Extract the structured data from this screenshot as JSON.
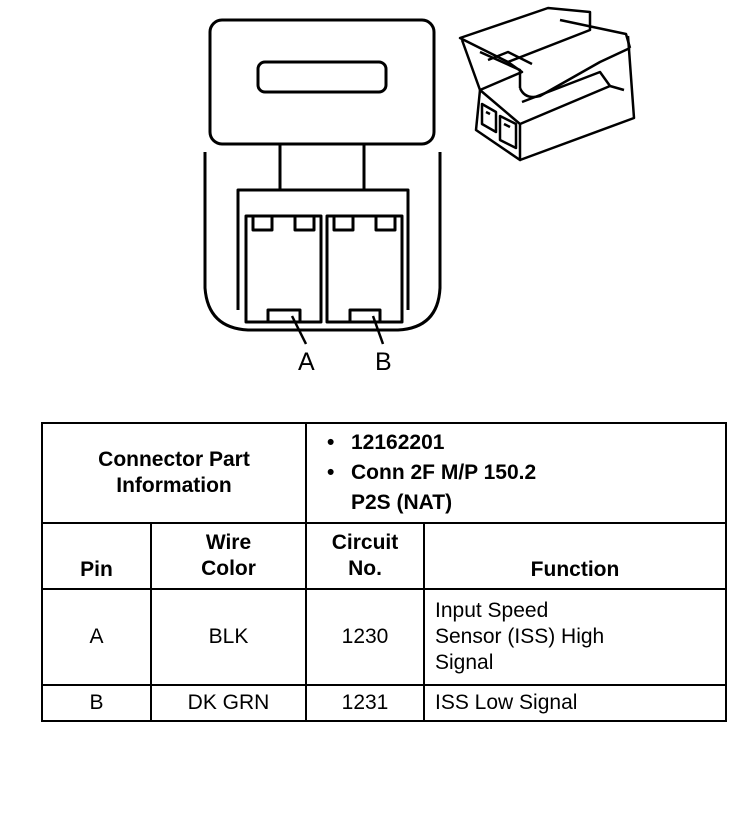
{
  "diagram": {
    "pin_labels": [
      "A",
      "B"
    ]
  },
  "table": {
    "connector_info_label": [
      "Connector Part",
      "Information"
    ],
    "part_info_items": [
      {
        "bullet": "•",
        "lines": [
          "12162201"
        ]
      },
      {
        "bullet": "•",
        "lines": [
          "Conn 2F M/P 150.2",
          "P2S (NAT)"
        ]
      }
    ],
    "headers": {
      "pin": "Pin",
      "wire_color": [
        "Wire",
        "Color"
      ],
      "circuit_no": [
        "Circuit",
        "No."
      ],
      "function": "Function"
    },
    "rows": [
      {
        "pin": "A",
        "wire_color": "BLK",
        "circuit": "1230",
        "function": [
          "Input Speed",
          "Sensor (ISS) High",
          "Signal"
        ]
      },
      {
        "pin": "B",
        "wire_color": "DK GRN",
        "circuit": "1231",
        "function": [
          "ISS Low Signal"
        ]
      }
    ]
  }
}
